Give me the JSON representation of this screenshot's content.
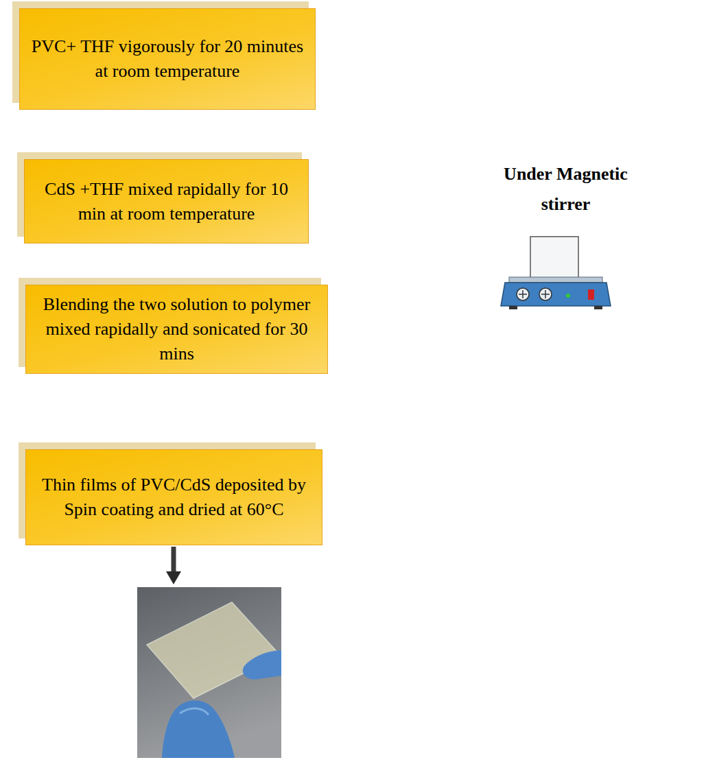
{
  "diagram": {
    "nodes": [
      {
        "text": [
          "PVC+ THF vigorously for 20 minutes at room temperature"
        ]
      },
      {
        "text": [
          "CdS +THF mixed rapidally for 10 min at room temperature"
        ]
      },
      {
        "text": [
          "Blending the two solution to polymer mixed rapidally and sonicated for 30 mins"
        ]
      },
      {
        "text": [
          "Thin films of PVC/CdS deposited by Spin coating and dried at 60°C"
        ]
      },
      {
        "text": [
          "Under Magnetic stirrer"
        ]
      }
    ],
    "edges": [
      {
        "from": 0,
        "to": 1,
        "arrow": "to"
      },
      {
        "from": 1,
        "to": 2,
        "arrow": "to"
      },
      {
        "from": 2,
        "to": 3,
        "arrow": "to"
      },
      {
        "from": 4,
        "to": 0,
        "arrow": "to"
      },
      {
        "from": 4,
        "to": 1,
        "arrow": "to"
      },
      {
        "from": 4,
        "to": 2,
        "arrow": "to"
      }
    ]
  }
}
